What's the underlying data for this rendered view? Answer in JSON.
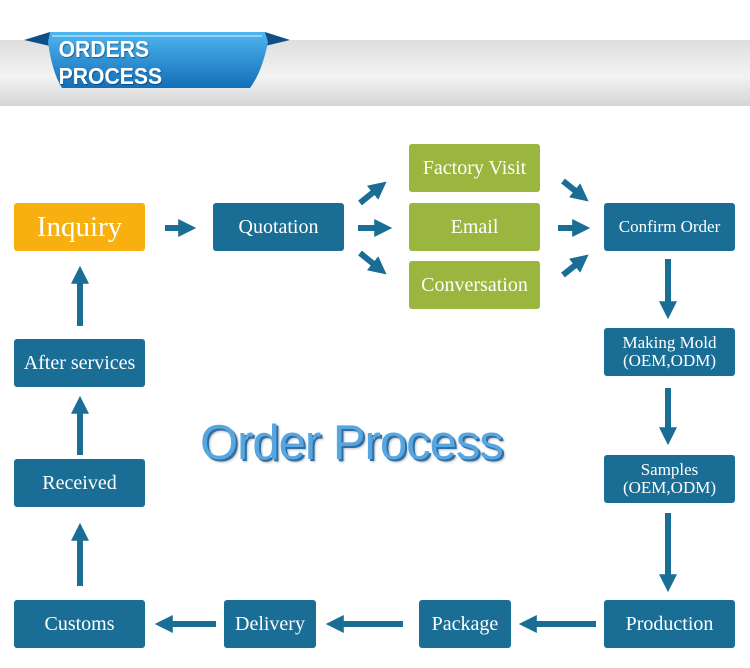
{
  "banner": {
    "title": "ORDERS PROCESS"
  },
  "watermark": "Order Process",
  "steps": {
    "inquiry": "Inquiry",
    "quotation": "Quotation",
    "factory_visit": "Factory Visit",
    "email": "Email",
    "conversation": "Conversation",
    "confirm_order": "Confirm Order",
    "making_mold": [
      "Making Mold",
      "(OEM,ODM)"
    ],
    "samples": [
      "Samples",
      "(OEM,ODM)"
    ],
    "production": "Production",
    "package": "Package",
    "delivery": "Delivery",
    "customs": "Customs",
    "received": "Received",
    "after_services": "After services"
  },
  "colors": {
    "step_blue": "#1a6e96",
    "step_green": "#9ab63e",
    "step_orange": "#f8b011",
    "banner_blue": "#1e8fd4"
  }
}
